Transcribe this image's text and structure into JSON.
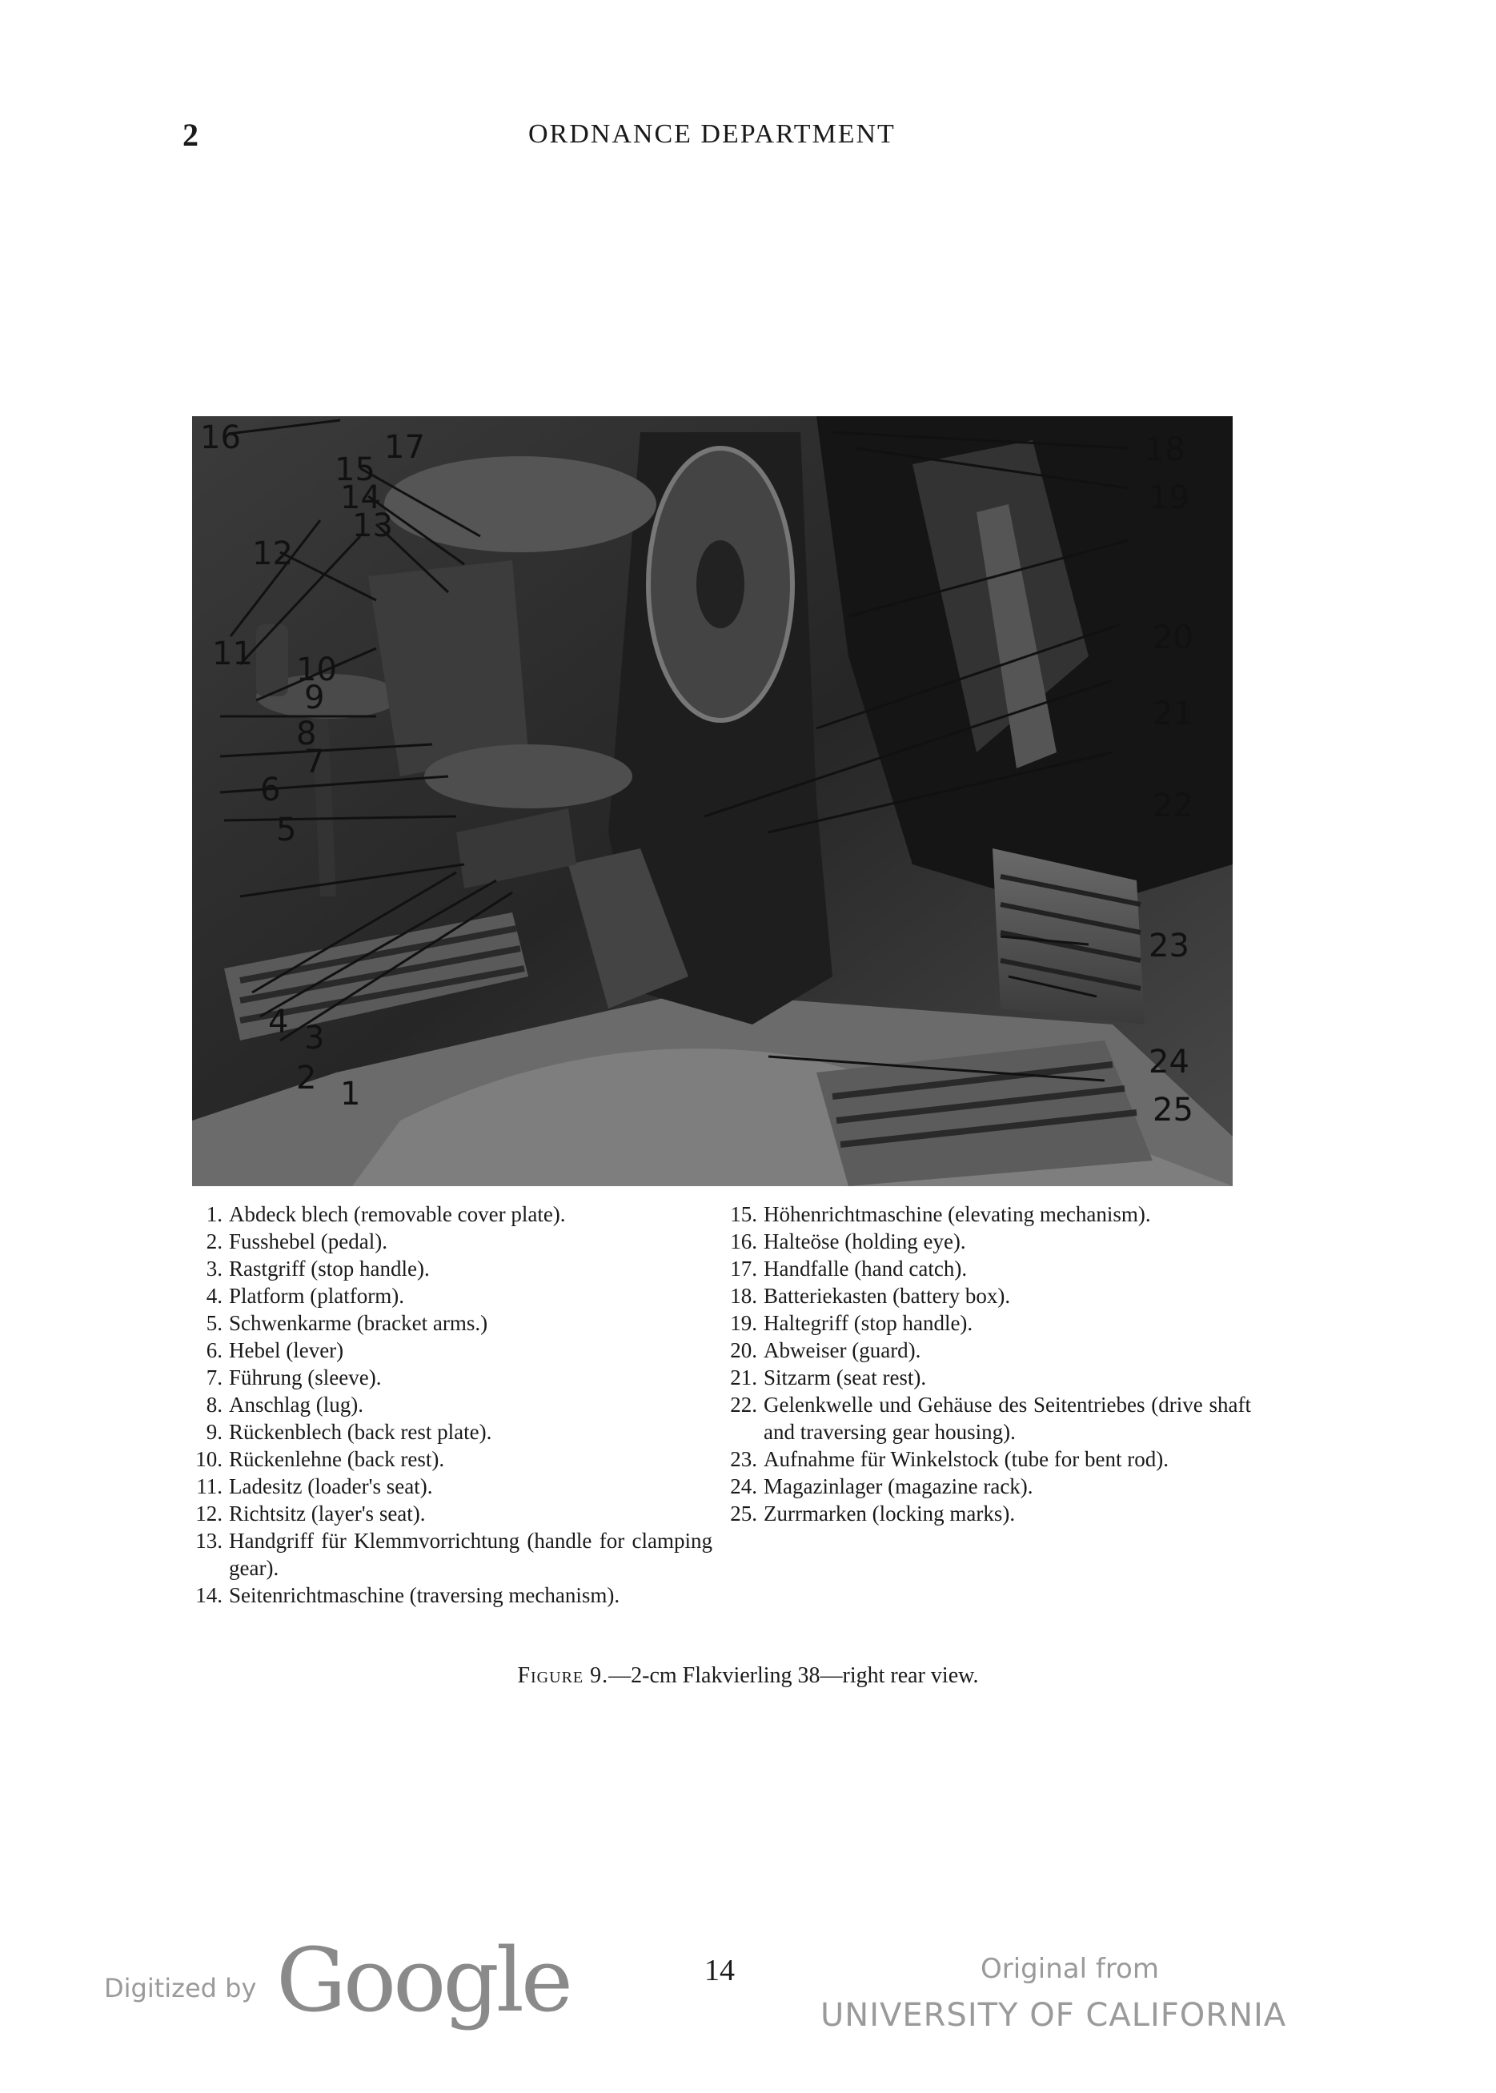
{
  "header": {
    "page_number": "2",
    "running_head": "ORDNANCE DEPARTMENT"
  },
  "figure": {
    "callout_numbers": [
      "1",
      "2",
      "3",
      "4",
      "5",
      "6",
      "7",
      "8",
      "9",
      "10",
      "11",
      "12",
      "13",
      "14",
      "15",
      "16",
      "17",
      "18",
      "19",
      "20",
      "21",
      "22",
      "23",
      "24",
      "25"
    ]
  },
  "legend": {
    "col1": [
      {
        "num": "1.",
        "text": "Abdeck blech (removable cover plate)."
      },
      {
        "num": "2.",
        "text": "Fusshebel (pedal)."
      },
      {
        "num": "3.",
        "text": "Rastgriff (stop handle)."
      },
      {
        "num": "4.",
        "text": "Platform (platform)."
      },
      {
        "num": "5.",
        "text": "Schwenkarme (bracket arms.)"
      },
      {
        "num": "6.",
        "text": "Hebel (lever)"
      },
      {
        "num": "7.",
        "text": "Führung (sleeve)."
      },
      {
        "num": "8.",
        "text": "Anschlag (lug)."
      },
      {
        "num": "9.",
        "text": "Rückenblech (back rest plate)."
      },
      {
        "num": "10.",
        "text": "Rückenlehne (back rest)."
      },
      {
        "num": "11.",
        "text": "Ladesitz (loader's seat)."
      },
      {
        "num": "12.",
        "text": "Richtsitz (layer's seat)."
      },
      {
        "num": "13.",
        "text": "Handgriff für Klemmvorrichtung (handle for clamping gear)."
      },
      {
        "num": "14.",
        "text": "Seitenrichtmaschine (traversing mechanism)."
      }
    ],
    "col2": [
      {
        "num": "15.",
        "text": "Höhenrichtmaschine (elevating mechanism)."
      },
      {
        "num": "16.",
        "text": "Halteöse (holding eye)."
      },
      {
        "num": "17.",
        "text": "Handfalle (hand catch)."
      },
      {
        "num": "18.",
        "text": "Batteriekasten (battery box)."
      },
      {
        "num": "19.",
        "text": "Haltegriff (stop handle)."
      },
      {
        "num": "20.",
        "text": "Abweiser (guard)."
      },
      {
        "num": "21.",
        "text": "Sitzarm (seat rest)."
      },
      {
        "num": "22.",
        "text": "Gelenkwelle und Gehäuse des Seitentriebes (drive shaft and traversing gear housing)."
      },
      {
        "num": "23.",
        "text": "Aufnahme für Winkelstock (tube for bent rod)."
      },
      {
        "num": "24.",
        "text": "Magazinlager (magazine rack)."
      },
      {
        "num": "25.",
        "text": "Zurrmarken (locking marks)."
      }
    ]
  },
  "caption": {
    "figure_label": "Figure 9.",
    "text": "—2-cm Flakvierling 38—right rear view."
  },
  "footer": {
    "page_number": "14",
    "digitized_by": "Digitized by",
    "google": "Google",
    "original_from": "Original from",
    "university": "UNIVERSITY OF CALIFORNIA"
  }
}
